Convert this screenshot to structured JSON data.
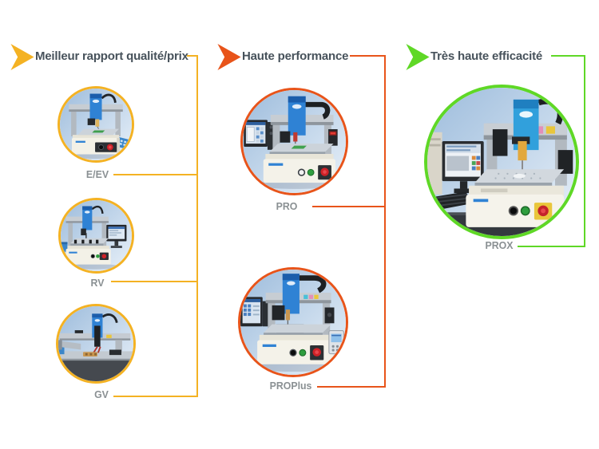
{
  "palette": {
    "header_text": "#47525B",
    "product_label": "#8A9093",
    "background": "#FFFFFF"
  },
  "categories": [
    {
      "label": "Meilleur rapport qualité/prix",
      "color": "#F4B223",
      "products": [
        {
          "name": "E/EV",
          "image": "benchtop-dispensing-robot-with-teach-pendant"
        },
        {
          "name": "RV",
          "image": "dispensing-robot-with-side-monitor"
        },
        {
          "name": "GV",
          "image": "gantry-dispensing-robot-on-table"
        }
      ]
    },
    {
      "label": "Haute performance",
      "color": "#E8541A",
      "products": [
        {
          "name": "PRO",
          "image": "dispensing-robot-with-pc-monitor-and-camera"
        },
        {
          "name": "PROPlus",
          "image": "dispensing-robot-with-monitor-and-pendant"
        }
      ]
    },
    {
      "label": "Très haute efficacité",
      "color": "#5FD826",
      "products": [
        {
          "name": "PROX",
          "image": "automated-dispensing-cell-with-workstation"
        }
      ]
    }
  ]
}
